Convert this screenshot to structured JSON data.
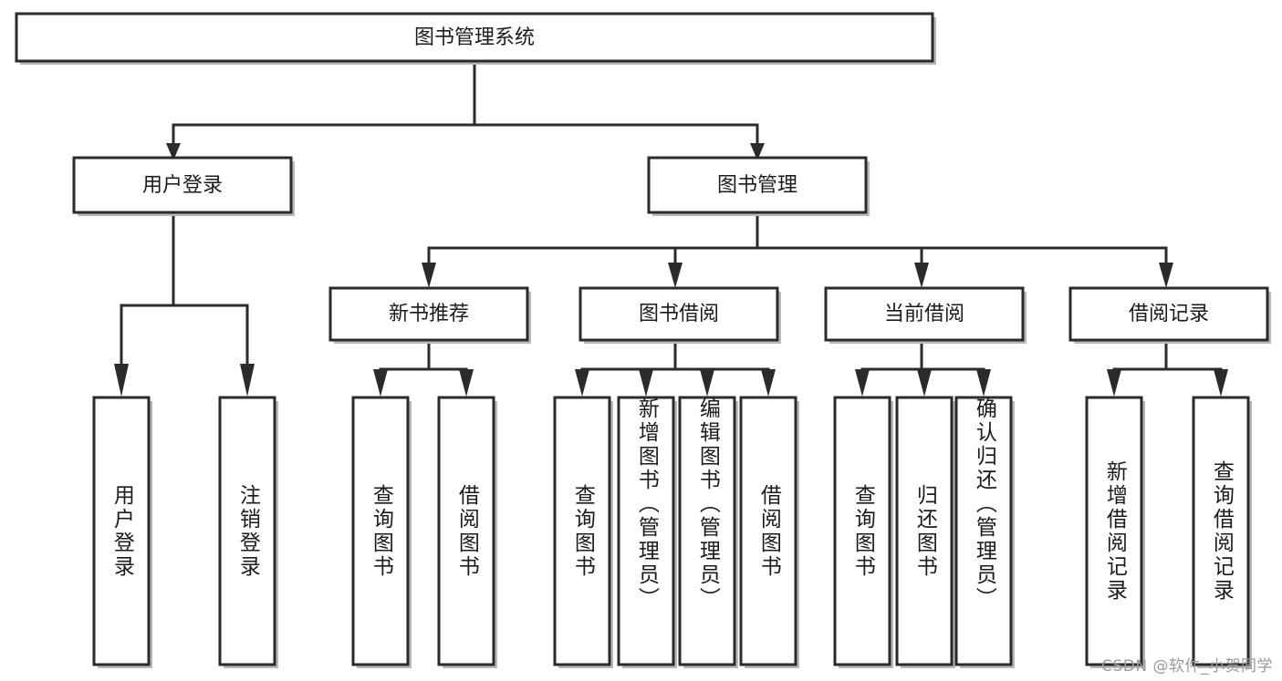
{
  "diagram": {
    "title": "图书管理系统",
    "type": "hierarchy-tree",
    "watermark": "CSDN @软件_小贺同学",
    "colors": {
      "stroke": "#2b2b2b",
      "fill": "#ffffff",
      "text": "#1b1b1b",
      "shadow": "#b9b9b9",
      "watermark": "#9a9a9a"
    },
    "levels": {
      "level0": [
        {
          "id": "root",
          "label": "图书管理系统",
          "orientation": "horizontal"
        }
      ],
      "level1": [
        {
          "id": "user-login",
          "label": "用户登录",
          "orientation": "horizontal",
          "parent": "root"
        },
        {
          "id": "book-mgmt",
          "label": "图书管理",
          "orientation": "horizontal",
          "parent": "root"
        }
      ],
      "level2": [
        {
          "id": "new-book-rec",
          "label": "新书推荐",
          "orientation": "horizontal",
          "parent": "book-mgmt"
        },
        {
          "id": "book-borrow",
          "label": "图书借阅",
          "orientation": "horizontal",
          "parent": "book-mgmt"
        },
        {
          "id": "current-borrow",
          "label": "当前借阅",
          "orientation": "horizontal",
          "parent": "book-mgmt"
        },
        {
          "id": "borrow-record",
          "label": "借阅记录",
          "orientation": "horizontal",
          "parent": "book-mgmt"
        }
      ],
      "level3": [
        {
          "id": "leaf-user-login",
          "label": "用户登录",
          "orientation": "vertical",
          "parent": "user-login"
        },
        {
          "id": "leaf-user-logout",
          "label": "注销登录",
          "orientation": "vertical",
          "parent": "user-login"
        },
        {
          "id": "leaf-rec-query",
          "label": "查询图书",
          "orientation": "vertical",
          "parent": "new-book-rec"
        },
        {
          "id": "leaf-rec-borrow",
          "label": "借阅图书",
          "orientation": "vertical",
          "parent": "new-book-rec"
        },
        {
          "id": "leaf-borrow-query",
          "label": "查询图书",
          "orientation": "vertical",
          "parent": "book-borrow"
        },
        {
          "id": "leaf-borrow-add",
          "label": "新增图书（管理员）",
          "orientation": "vertical",
          "parent": "book-borrow"
        },
        {
          "id": "leaf-borrow-edit",
          "label": "编辑图书（管理员）",
          "orientation": "vertical",
          "parent": "book-borrow"
        },
        {
          "id": "leaf-borrow-lend",
          "label": "借阅图书",
          "orientation": "vertical",
          "parent": "book-borrow"
        },
        {
          "id": "leaf-cur-query",
          "label": "查询图书",
          "orientation": "vertical",
          "parent": "current-borrow"
        },
        {
          "id": "leaf-cur-return",
          "label": "归还图书",
          "orientation": "vertical",
          "parent": "current-borrow"
        },
        {
          "id": "leaf-cur-confirm",
          "label": "确认归还（管理员）",
          "orientation": "vertical",
          "parent": "current-borrow"
        },
        {
          "id": "leaf-rec-add",
          "label": "新增借阅记录",
          "orientation": "vertical",
          "parent": "borrow-record"
        },
        {
          "id": "leaf-rec-query2",
          "label": "查询借阅记录",
          "orientation": "vertical",
          "parent": "borrow-record"
        }
      ]
    }
  }
}
